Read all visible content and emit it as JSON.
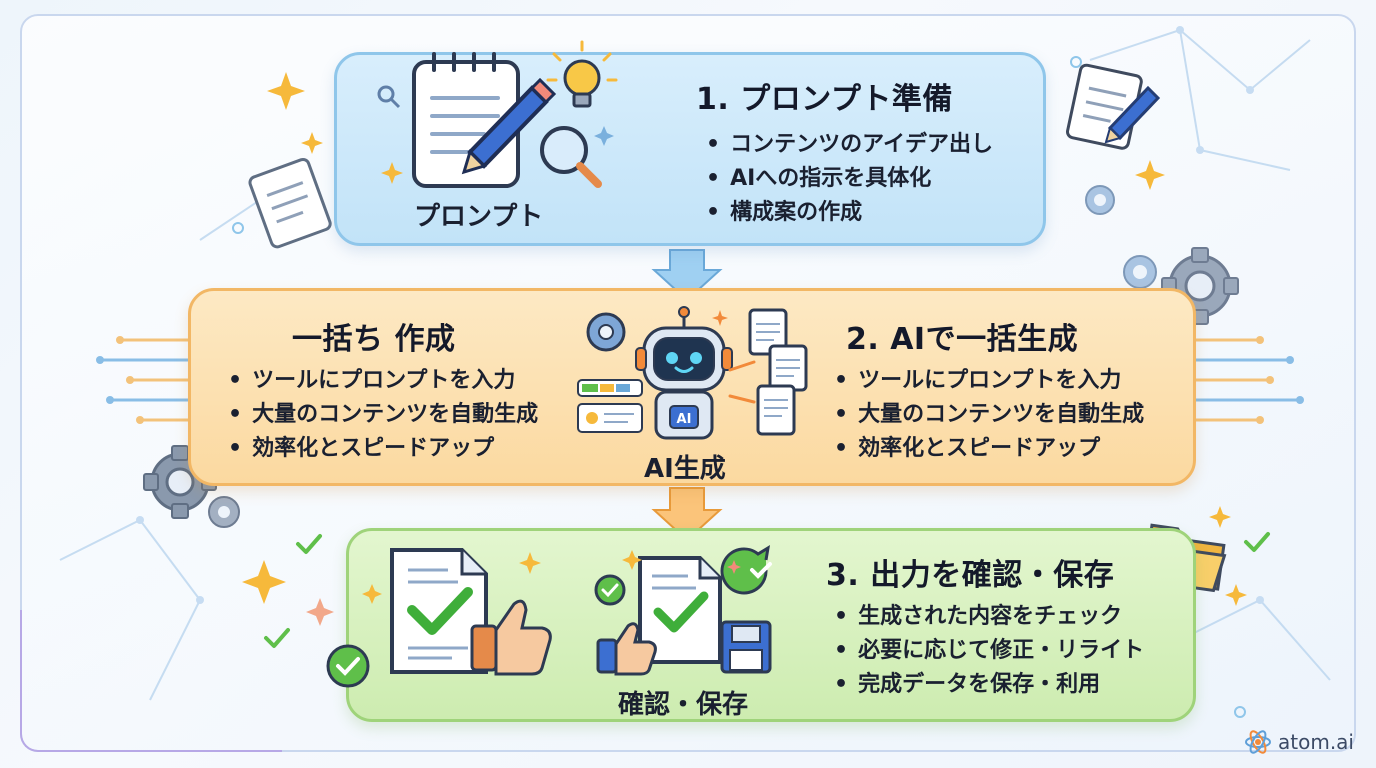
{
  "step1": {
    "title": "1. プロンプト準備",
    "caption": "プロンプト",
    "bullets": [
      "コンテンツのアイデア出し",
      "AIへの指示を具体化",
      "構成案の作成"
    ]
  },
  "step2": {
    "title": "2. AIで一括生成",
    "left_title": "一括ち 作成",
    "caption": "AI生成",
    "robot_badge": "AI",
    "bullets": [
      "ツールにプロンプトを入力",
      "大量のコンテンツを自動生成",
      "効率化とスピードアップ"
    ],
    "left_bullets": [
      "ツールにプロンプトを入力",
      "大量のコンテンツを自動生成",
      "効率化とスピードアップ"
    ]
  },
  "step3": {
    "title": "3. 出力を確認・保存",
    "caption": "確認・保存",
    "bullets": [
      "生成された内容をチェック",
      "必要に応じて修正・リライト",
      "完成データを保存・利用"
    ]
  },
  "brand": {
    "name": "atom.ai"
  },
  "colors": {
    "blue": "#8fc6ea",
    "orange": "#f2b765",
    "green": "#9fd37a",
    "check": "#3fae3a",
    "accent_yellow": "#f6b93b"
  },
  "icons": [
    "notepad-pencil-icon",
    "lightbulb-icon",
    "magnifier-icon",
    "document-icon",
    "gear-icon",
    "robot-icon",
    "document-stack-icon",
    "checked-document-icon",
    "thumbs-up-icon",
    "floppy-disk-icon",
    "folder-icon",
    "sparkle-icon",
    "atom-icon"
  ]
}
